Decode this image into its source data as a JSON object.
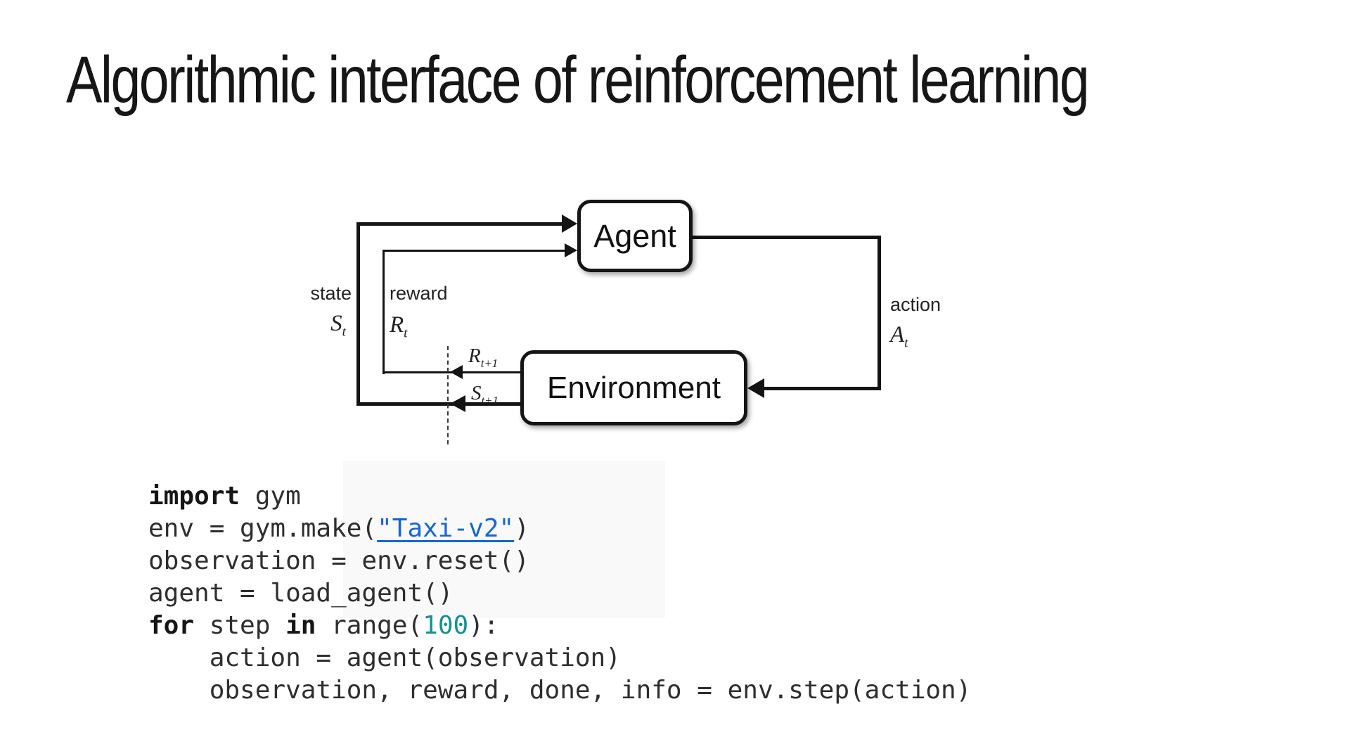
{
  "title": "Algorithmic interface of reinforcement learning",
  "diagram": {
    "agent_label": "Agent",
    "environment_label": "Environment",
    "state_label": "state",
    "state_symbol": {
      "main": "S",
      "sub": "t"
    },
    "reward_label": "reward",
    "reward_symbol": {
      "main": "R",
      "sub": "t"
    },
    "reward_next_symbol": {
      "main": "R",
      "sub": "t+1"
    },
    "state_next_symbol": {
      "main": "S",
      "sub": "t+1"
    },
    "action_label": "action",
    "action_symbol": {
      "main": "A",
      "sub": "t"
    }
  },
  "code": {
    "lines": [
      [
        {
          "t": "import",
          "c": "kw"
        },
        {
          "t": " gym",
          "c": "plain"
        }
      ],
      [
        {
          "t": "env = gym.make(",
          "c": "plain"
        },
        {
          "t": "\"Taxi-v2\"",
          "c": "link"
        },
        {
          "t": ")",
          "c": "plain"
        }
      ],
      [
        {
          "t": "observation = env.reset()",
          "c": "plain"
        }
      ],
      [
        {
          "t": "agent = load_agent()",
          "c": "plain"
        }
      ],
      [
        {
          "t": "for",
          "c": "kw"
        },
        {
          "t": " step ",
          "c": "plain"
        },
        {
          "t": "in",
          "c": "kw"
        },
        {
          "t": " range(",
          "c": "plain"
        },
        {
          "t": "100",
          "c": "num"
        },
        {
          "t": "):",
          "c": "plain"
        }
      ],
      [
        {
          "t": "    action = agent(observation)",
          "c": "plain"
        }
      ],
      [
        {
          "t": "    observation, reward, done, info = env.step(action)",
          "c": "plain"
        }
      ]
    ]
  },
  "colors": {
    "line": "#141414",
    "keyword": "#161616",
    "number": "#178f96",
    "string_link": "#1467d2"
  }
}
